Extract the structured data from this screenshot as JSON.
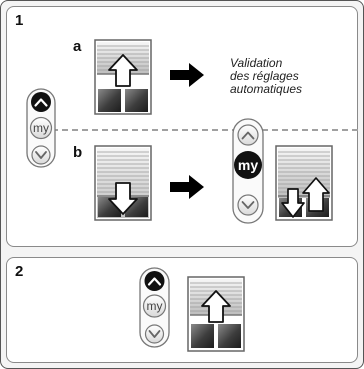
{
  "diagram": {
    "steps": [
      {
        "label": "1"
      },
      {
        "label": "2"
      }
    ],
    "substeps": [
      {
        "label": "a"
      },
      {
        "label": "b"
      }
    ],
    "annotation": {
      "lines": [
        "Validation",
        "des réglages",
        "automatiques"
      ]
    },
    "remote": {
      "my_label": "my"
    }
  }
}
